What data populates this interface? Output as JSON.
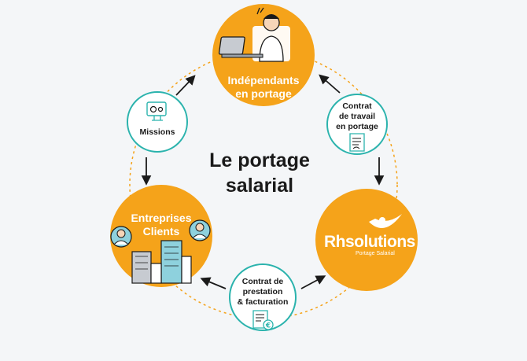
{
  "title": {
    "line1": "Le portage",
    "line2": "salarial"
  },
  "nodes": {
    "independants": {
      "line1": "Indépendants",
      "line2": "en portage"
    },
    "entreprises": {
      "line1": "Entreprises",
      "line2": "Clients"
    },
    "rhsolutions": {
      "brand": "Rhsolutions",
      "tagline": "Portage Salarial"
    }
  },
  "links": {
    "missions": {
      "label": "Missions",
      "icon": "gears-document-icon"
    },
    "contrat_travail": {
      "line1": "Contrat",
      "line2": "de travail",
      "line3": "en portage",
      "icon": "contract-document-icon"
    },
    "contrat_prestation": {
      "line1": "Contrat de",
      "line2": "prestation",
      "line3": "& facturation",
      "icon": "invoice-euro-icon"
    }
  },
  "colors": {
    "orange": "#f5a31a",
    "teal": "#2bb3ad",
    "dark": "#1a1a1a",
    "background": "#f4f6f8"
  }
}
